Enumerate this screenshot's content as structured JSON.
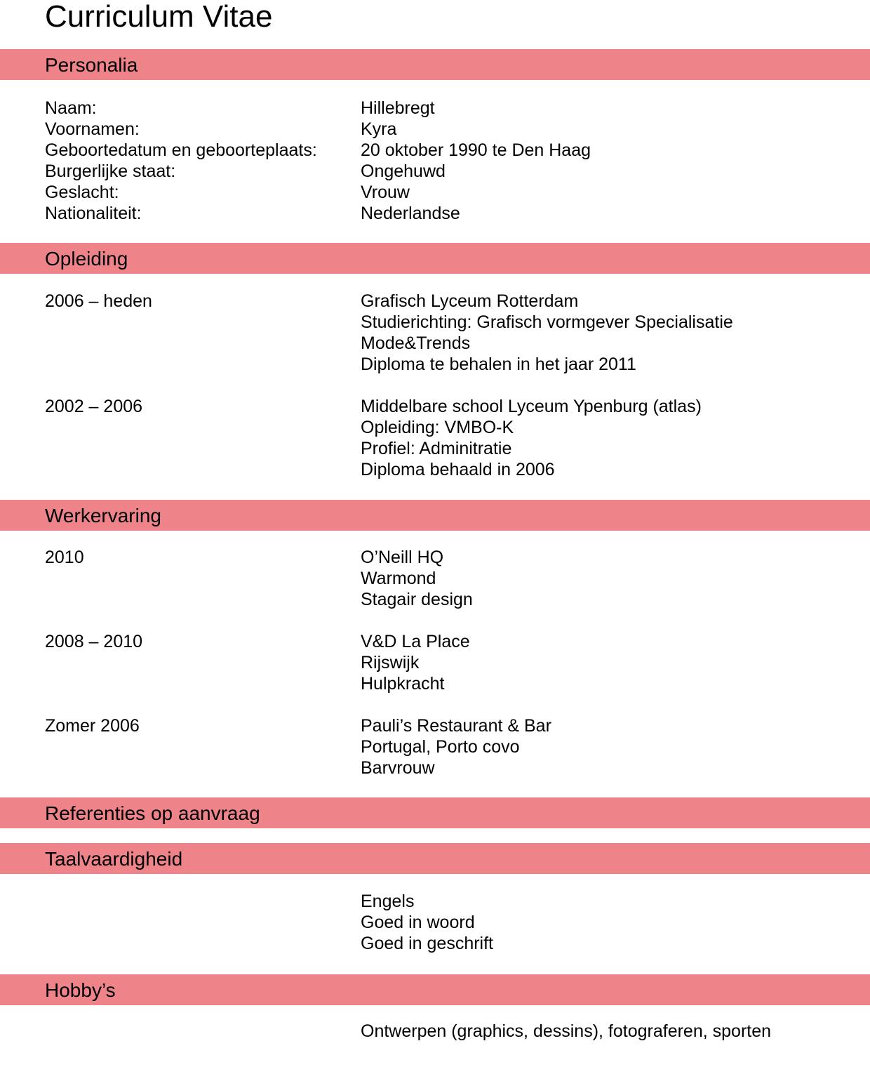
{
  "title": "Curriculum Vitae",
  "sections": {
    "personalia": {
      "heading": "Personalia",
      "rows": [
        {
          "label": "Naam:",
          "value": "Hillebregt"
        },
        {
          "label": "Voornamen:",
          "value": "Kyra"
        },
        {
          "label": "Geboortedatum en geboorteplaats:",
          "value": "20 oktober 1990 te Den Haag"
        },
        {
          "label": "Burgerlijke staat:",
          "value": "Ongehuwd"
        },
        {
          "label": "Geslacht:",
          "value": "Vrouw"
        },
        {
          "label": "Nationaliteit:",
          "value": "Nederlandse"
        }
      ]
    },
    "opleiding": {
      "heading": "Opleiding",
      "entries": [
        {
          "period": "2006 – heden",
          "lines": [
            "Grafisch Lyceum Rotterdam",
            "Studierichting: Grafisch vormgever Specialisatie",
            "Mode&Trends",
            "Diploma te behalen in het jaar 2011"
          ]
        },
        {
          "period": "2002 – 2006",
          "lines": [
            "Middelbare school Lyceum Ypenburg (atlas)",
            "Opleiding: VMBO-K",
            "Profiel: Adminitratie",
            "Diploma behaald in 2006"
          ]
        }
      ]
    },
    "werkervaring": {
      "heading": "Werkervaring",
      "entries": [
        {
          "period": "2010",
          "lines": [
            "O’Neill HQ",
            "Warmond",
            "Stagair design"
          ]
        },
        {
          "period": "2008 – 2010",
          "lines": [
            "V&D La Place",
            "Rijswijk",
            "Hulpkracht"
          ]
        },
        {
          "period": "Zomer 2006",
          "lines": [
            "Pauli’s Restaurant & Bar",
            "Portugal, Porto covo",
            "Barvrouw"
          ]
        }
      ]
    },
    "referenties": {
      "heading": "Referenties op aanvraag"
    },
    "taalvaardigheid": {
      "heading": "Taalvaardigheid",
      "lines": [
        "Engels",
        "Goed in woord",
        "Goed in geschrift"
      ]
    },
    "hobbys": {
      "heading": "Hobby’s",
      "lines": [
        "Ontwerpen (graphics, dessins), fotograferen, sporten"
      ]
    }
  },
  "colors": {
    "band": "#ee8489",
    "text": "#000000"
  }
}
